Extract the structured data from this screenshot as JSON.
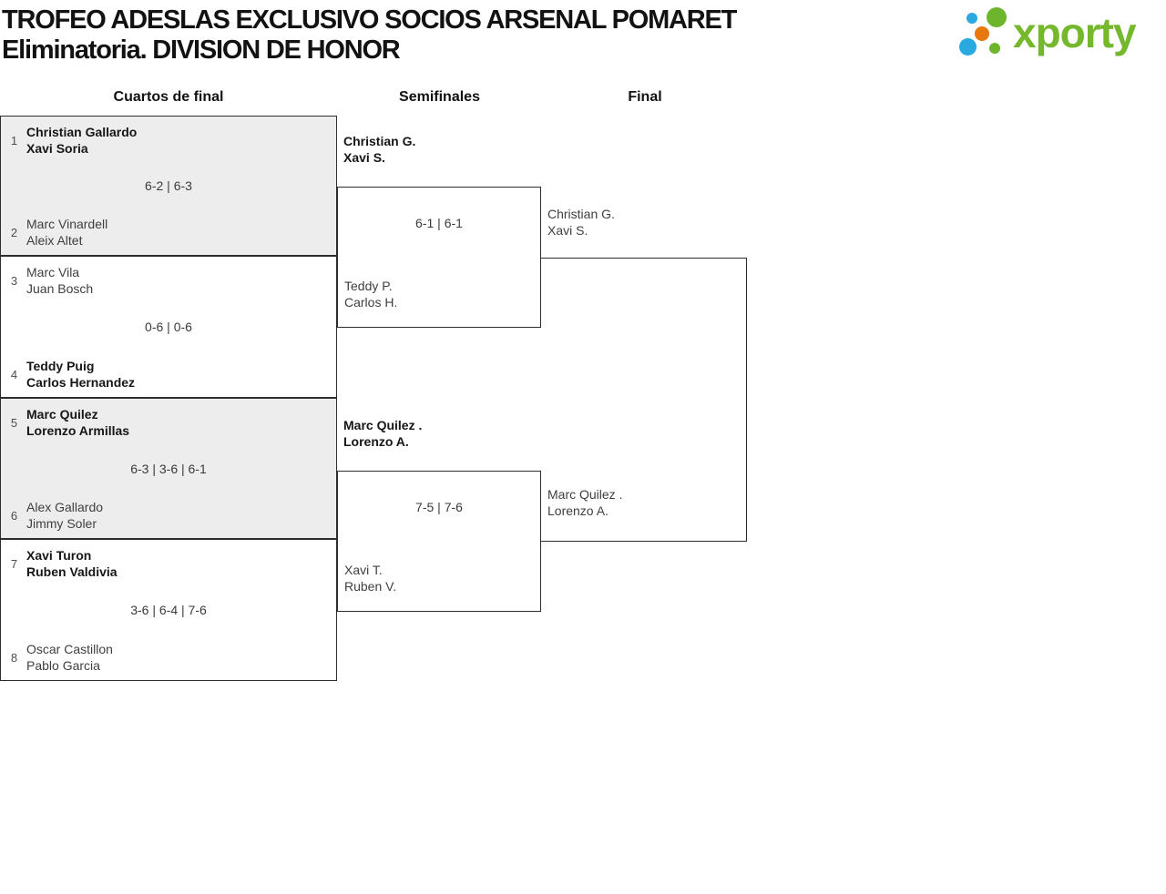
{
  "title": {
    "line1": "TROFEO ADESLAS EXCLUSIVO SOCIOS ARSENAL POMARET",
    "line2": "Eliminatoria. DIVISION DE HONOR"
  },
  "logo": {
    "wordmark": "xporty"
  },
  "colors": {
    "brand_green": "#6db52c",
    "brand_blue": "#29a9e0",
    "brand_orange": "#e8770e",
    "wordmark_green": "#76b82d",
    "box_shaded": "#ededed",
    "box_border": "#2d2d2d"
  },
  "round_headers": {
    "quarterfinals": "Cuartos de final",
    "semifinals": "Semifinales",
    "final": "Final"
  },
  "quarterfinals": [
    {
      "seed_top": "1",
      "top_line1": "Christian Gallardo",
      "top_line2": "Xavi Soria",
      "score": "6-2 | 6-3",
      "seed_bottom": "2",
      "bottom_line1": "Marc Vinardell",
      "bottom_line2": "Aleix Altet"
    },
    {
      "seed_top": "3",
      "top_line1": "Marc Vila",
      "top_line2": "Juan Bosch",
      "score": "0-6 | 0-6",
      "seed_bottom": "4",
      "bottom_line1": "Teddy Puig",
      "bottom_line2": "Carlos Hernandez"
    },
    {
      "seed_top": "5",
      "top_line1": "Marc Quilez",
      "top_line2": "Lorenzo Armillas",
      "score": "6-3 | 3-6 | 6-1",
      "seed_bottom": "6",
      "bottom_line1": "Alex Gallardo",
      "bottom_line2": "Jimmy Soler"
    },
    {
      "seed_top": "7",
      "top_line1": "Xavi Turon",
      "top_line2": "Ruben Valdivia",
      "score": "3-6 | 6-4 | 7-6",
      "seed_bottom": "8",
      "bottom_line1": "Oscar Castillon",
      "bottom_line2": "Pablo Garcia"
    }
  ],
  "semifinals": [
    {
      "top_line1": "Christian G.",
      "top_line2": "Xavi S.",
      "score": "6-1 | 6-1",
      "bottom_line1": "Teddy P.",
      "bottom_line2": "Carlos H."
    },
    {
      "top_line1": "Marc Quilez .",
      "top_line2": "Lorenzo A.",
      "score": "7-5 | 7-6",
      "bottom_line1": "Xavi T.",
      "bottom_line2": "Ruben V."
    }
  ],
  "final": {
    "top_line1": "Christian G.",
    "top_line2": "Xavi S.",
    "bottom_line1": "Marc Quilez .",
    "bottom_line2": "Lorenzo A."
  }
}
